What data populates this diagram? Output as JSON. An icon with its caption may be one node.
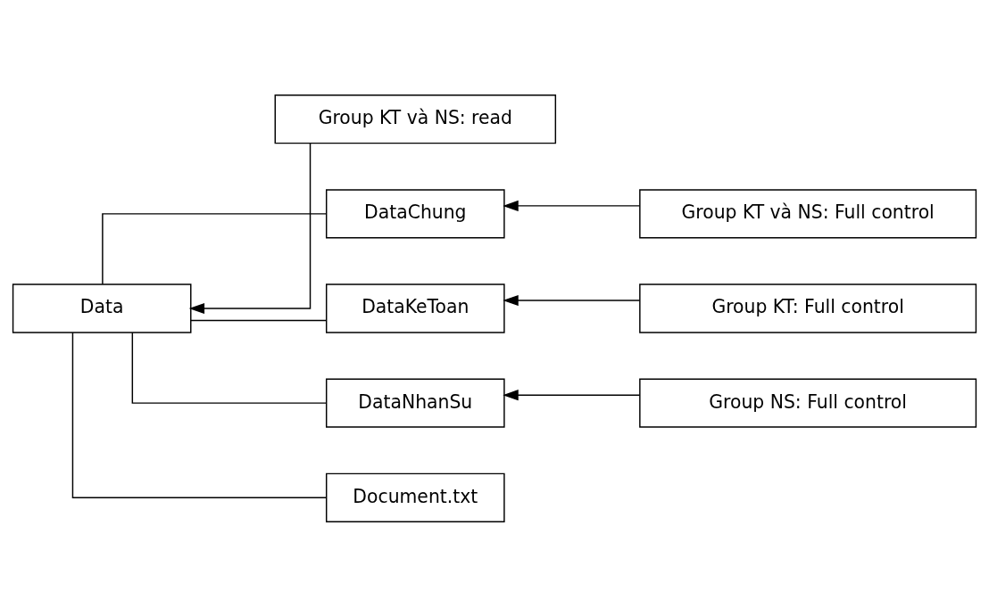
{
  "diagram": {
    "nodes": [
      {
        "text": [
          "Data"
        ]
      },
      {
        "text": [
          "Group KT và NS: read"
        ]
      },
      {
        "text": [
          "DataChung"
        ]
      },
      {
        "text": [
          "Group KT và NS: Full control"
        ]
      },
      {
        "text": [
          "DataKeToan"
        ]
      },
      {
        "text": [
          "Group KT: Full control"
        ]
      },
      {
        "text": [
          "DataNhanSu"
        ]
      },
      {
        "text": [
          "Group NS: Full control"
        ]
      },
      {
        "text": [
          "Document.txt"
        ]
      }
    ],
    "edges": [
      {
        "from": 1,
        "to": 0,
        "arrow": "to"
      },
      {
        "from": 0,
        "to": 2,
        "arrow": "none"
      },
      {
        "from": 3,
        "to": 2,
        "arrow": "to"
      },
      {
        "from": 0,
        "to": 4,
        "arrow": "none"
      },
      {
        "from": 5,
        "to": 4,
        "arrow": "to"
      },
      {
        "from": 0,
        "to": 6,
        "arrow": "none"
      },
      {
        "from": 7,
        "to": 6,
        "arrow": "to"
      },
      {
        "from": 0,
        "to": 8,
        "arrow": "none"
      }
    ]
  }
}
